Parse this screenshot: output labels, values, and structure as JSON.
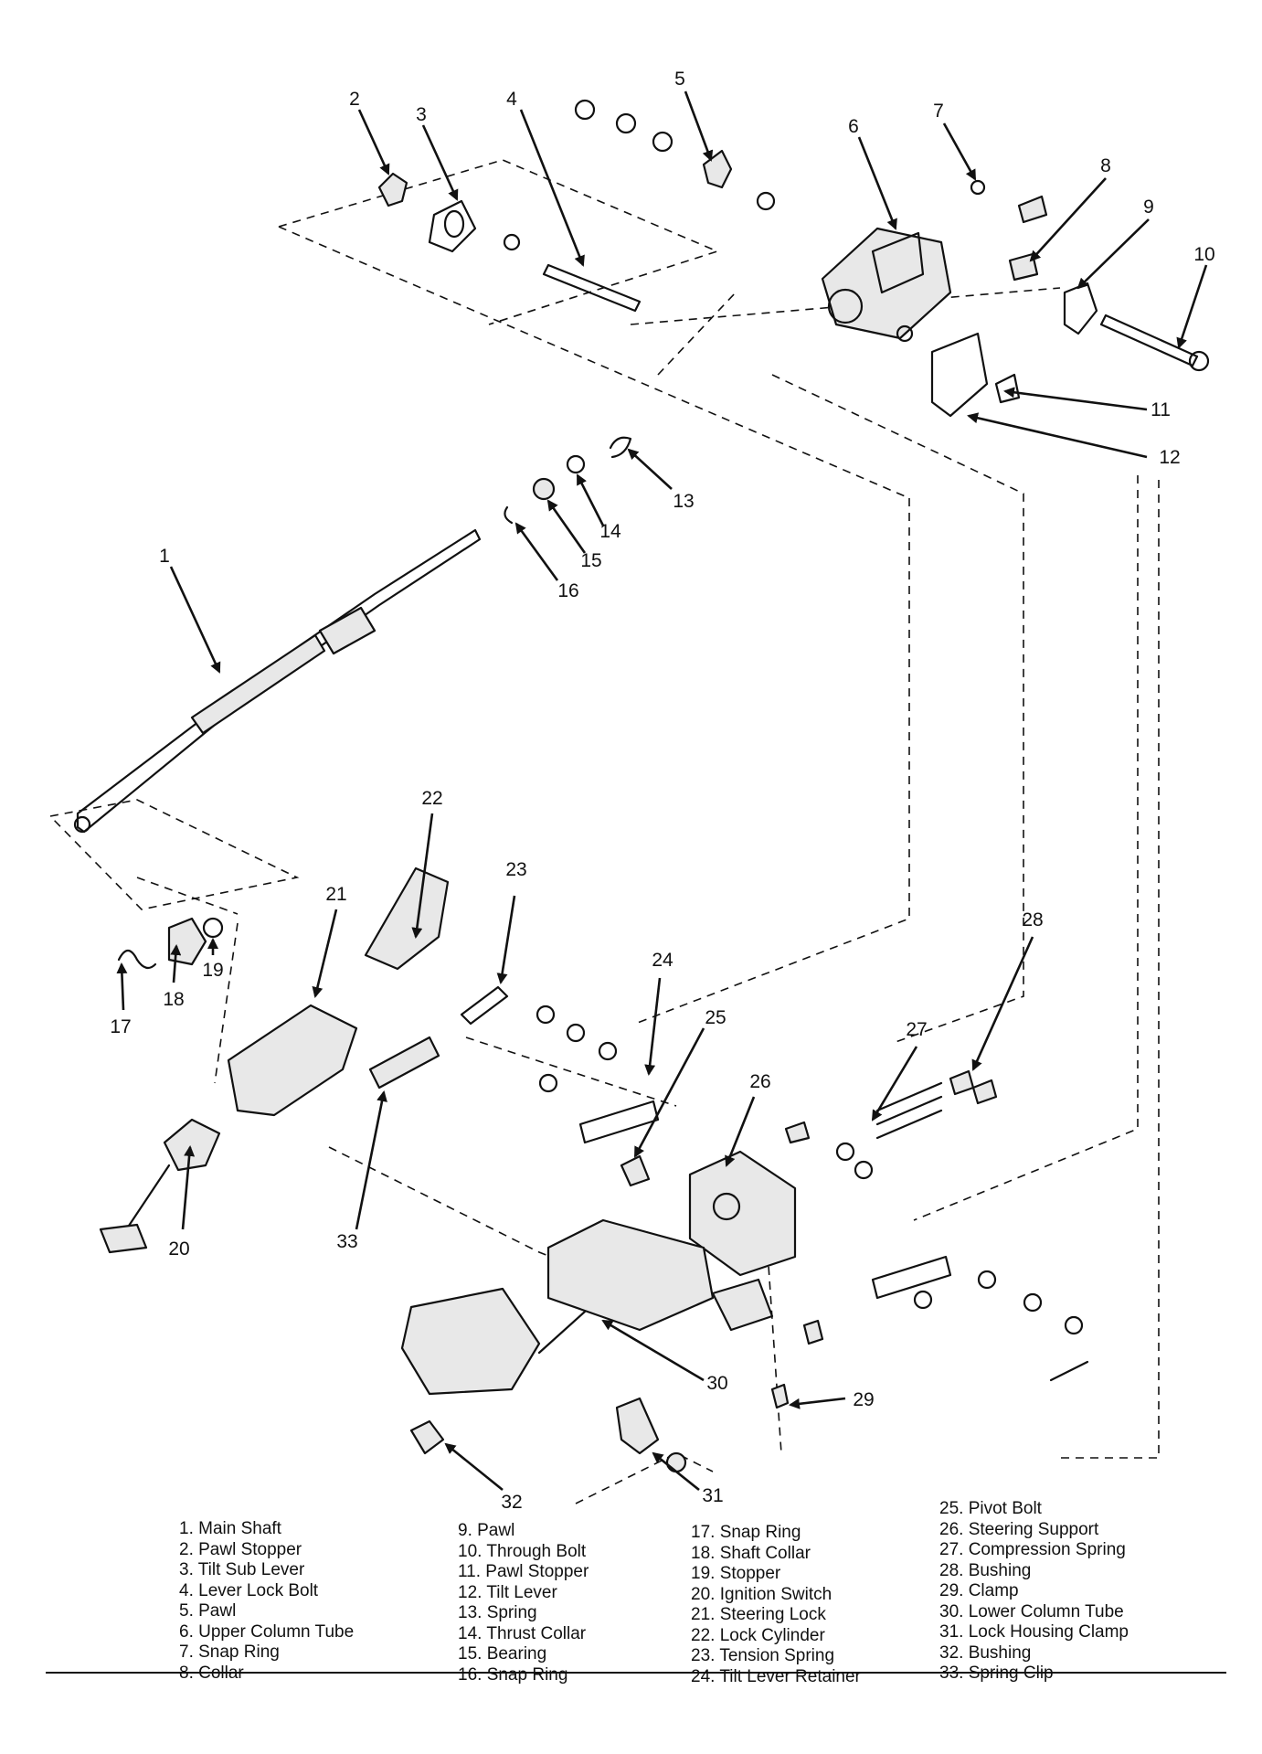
{
  "callouts": [
    {
      "num": "1"
    },
    {
      "num": "2"
    },
    {
      "num": "3"
    },
    {
      "num": "4"
    },
    {
      "num": "5"
    },
    {
      "num": "6"
    },
    {
      "num": "7"
    },
    {
      "num": "8"
    },
    {
      "num": "9"
    },
    {
      "num": "10"
    },
    {
      "num": "11"
    },
    {
      "num": "12"
    },
    {
      "num": "13"
    },
    {
      "num": "14"
    },
    {
      "num": "15"
    },
    {
      "num": "16"
    },
    {
      "num": "17"
    },
    {
      "num": "18"
    },
    {
      "num": "19"
    },
    {
      "num": "20"
    },
    {
      "num": "21"
    },
    {
      "num": "22"
    },
    {
      "num": "23"
    },
    {
      "num": "24"
    },
    {
      "num": "25"
    },
    {
      "num": "26"
    },
    {
      "num": "27"
    },
    {
      "num": "28"
    },
    {
      "num": "29"
    },
    {
      "num": "30"
    },
    {
      "num": "31"
    },
    {
      "num": "32"
    },
    {
      "num": "33"
    }
  ],
  "legend": {
    "col1": [
      "1. Main Shaft",
      "2. Pawl Stopper",
      "3. Tilt Sub Lever",
      "4. Lever Lock Bolt",
      "5. Pawl",
      "6. Upper Column Tube",
      "7. Snap Ring",
      "8. Collar"
    ],
    "col2": [
      "9. Pawl",
      "10. Through Bolt",
      "11. Pawl Stopper",
      "12. Tilt Lever",
      "13. Spring",
      "14. Thrust Collar",
      "15. Bearing",
      "16. Snap Ring"
    ],
    "col3": [
      "17. Snap Ring",
      "18. Shaft Collar",
      "19. Stopper",
      "20. Ignition Switch",
      "21. Steering Lock",
      "22. Lock Cylinder",
      "23. Tension Spring",
      "24. Tilt Lever Retainer"
    ],
    "col4": [
      "25. Pivot Bolt",
      "26. Steering Support",
      "27. Compression Spring",
      "28. Bushing",
      "29. Clamp",
      "30. Lower Column Tube",
      "31. Lock Housing Clamp",
      "32. Bushing",
      "33. Spring Clip"
    ]
  }
}
